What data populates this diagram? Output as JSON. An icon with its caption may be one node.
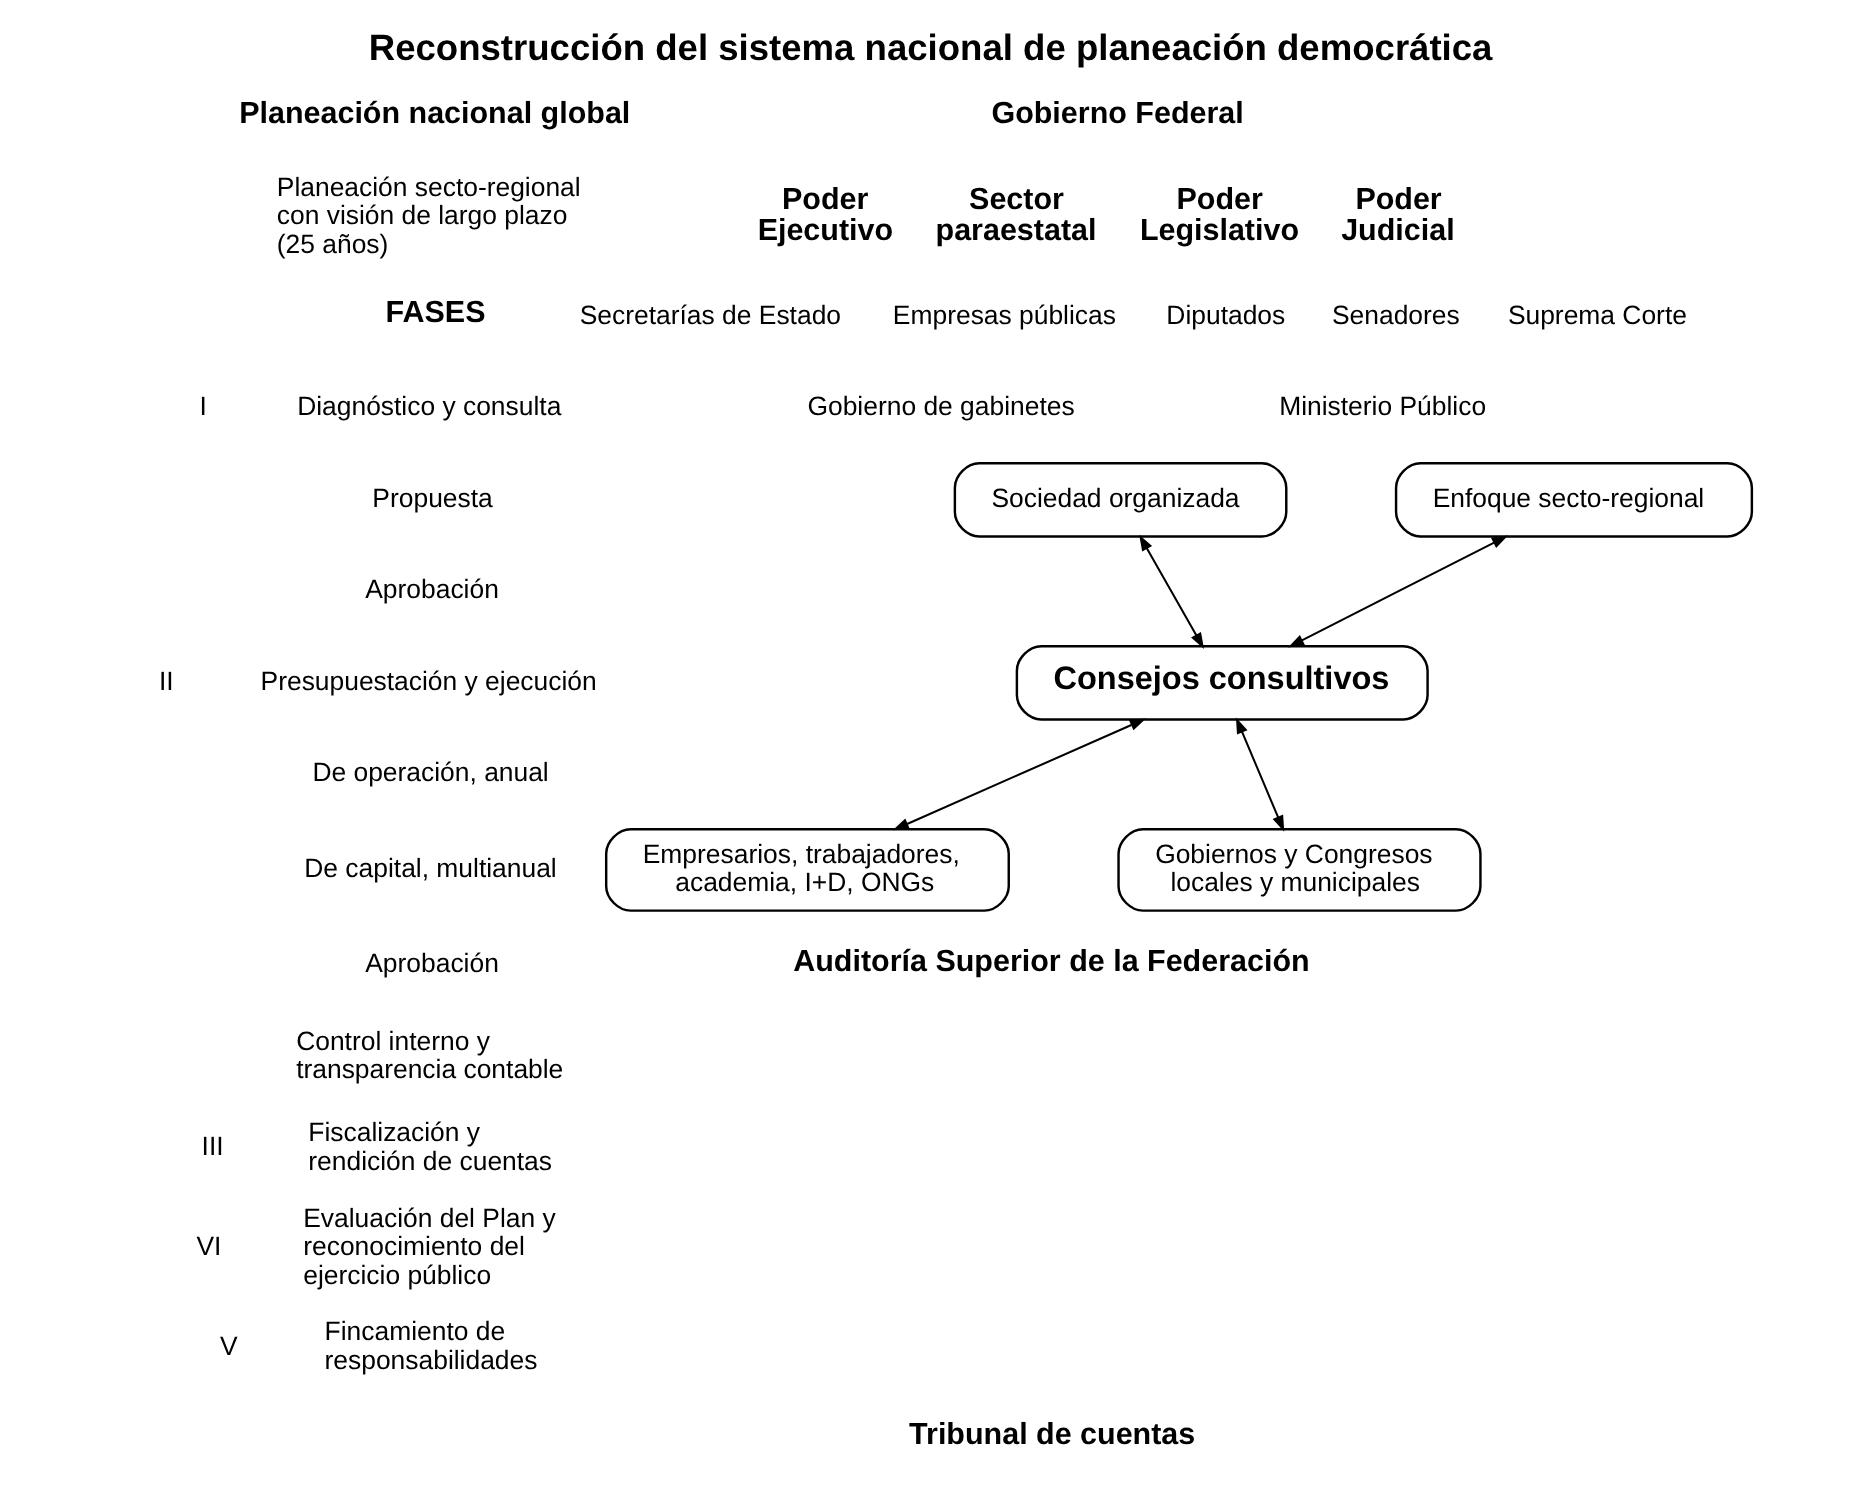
{
  "diagram": {
    "title": "Reconstrucción del sistema nacional de planeación democrática",
    "nodes": [
      {
        "text": [
          "Sociedad organizada"
        ]
      },
      {
        "text": [
          "Enfoque secto-regional"
        ]
      },
      {
        "text": [
          "Consejos consultivos"
        ]
      },
      {
        "text": [
          "Empresarios, trabajadores, academia, I+D, ONGs"
        ]
      },
      {
        "text": [
          "Gobiernos y Congresos locales y municipales"
        ]
      }
    ],
    "edges": [
      {
        "from": 0,
        "to": 2,
        "arrow": "both"
      },
      {
        "from": 1,
        "to": 2,
        "arrow": "both"
      },
      {
        "from": 2,
        "to": 3,
        "arrow": "both"
      },
      {
        "from": 2,
        "to": 4,
        "arrow": "both"
      }
    ],
    "labels": [
      "Planeación nacional global",
      "Planeación secto-regional con visión de largo plazo (25 años)",
      "FASES",
      "I",
      "Diagnóstico y consulta",
      "Propuesta",
      "Aprobación",
      "II",
      "Presupuestación y ejecución",
      "De operación, anual",
      "De capital, multianual",
      "Aprobación",
      "Control interno y transparencia contable",
      "III",
      "Fiscalización y rendición de cuentas",
      "VI",
      "Evaluación del Plan y reconocimiento del ejercicio público",
      "V",
      "Fincamiento de responsabilidades",
      "Gobierno Federal",
      "Poder Ejecutivo",
      "Sector paraestatal",
      "Poder Legislativo",
      "Poder Judicial",
      "Secretarías de Estado",
      "Empresas públicas",
      "Gobierno de gabinetes",
      "Diputados",
      "Senadores",
      "Suprema Corte",
      "Ministerio Público",
      "Auditoría Superior de la Federación",
      "Tribunal de cuentas"
    ]
  }
}
